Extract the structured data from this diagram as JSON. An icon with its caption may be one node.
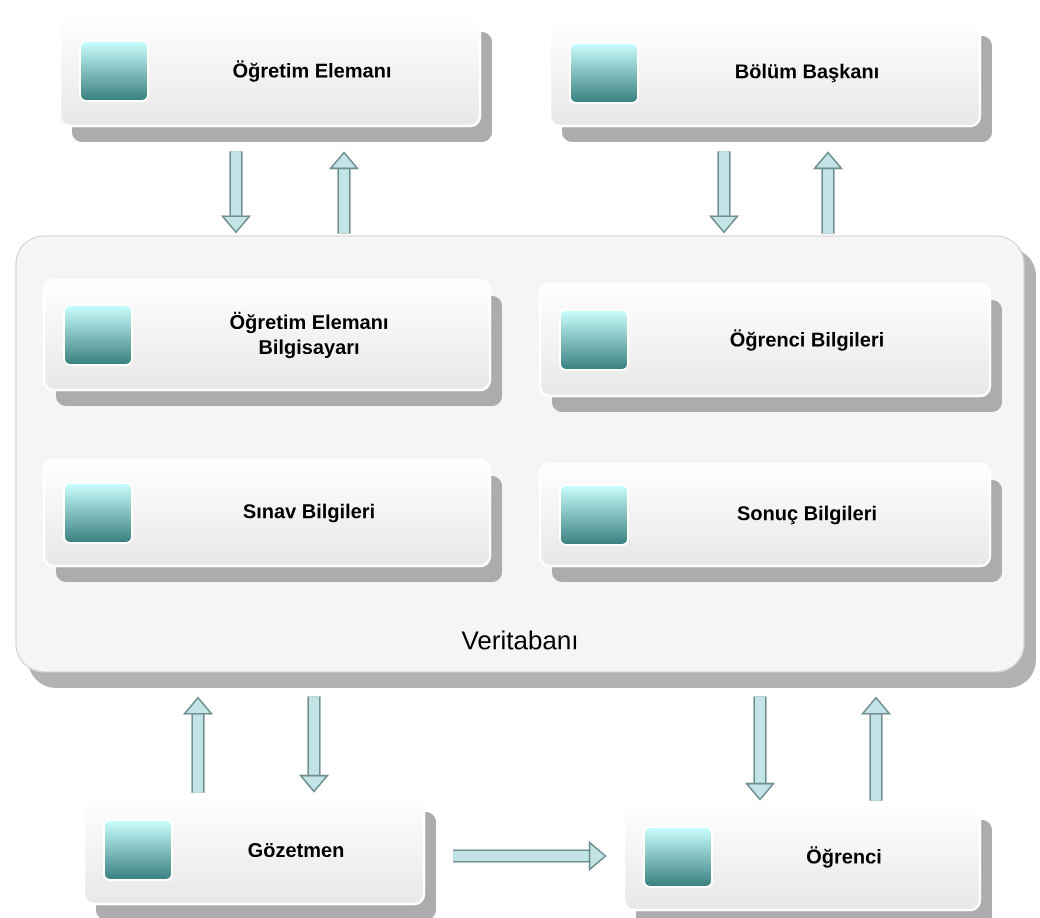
{
  "diagram": {
    "nodes": [
      {
        "text": [
          "Öğretim Elemanı"
        ]
      },
      {
        "text": [
          "Bölüm Başkanı"
        ]
      },
      {
        "text": [
          "Veritabanı"
        ]
      },
      {
        "text": [
          "Öğretim Elemanı Bilgisayarı"
        ],
        "in": 2
      },
      {
        "text": [
          "Öğrenci Bilgileri"
        ],
        "in": 2
      },
      {
        "text": [
          "Sınav Bilgileri"
        ],
        "in": 2
      },
      {
        "text": [
          "Sonuç Bilgileri"
        ],
        "in": 2
      },
      {
        "text": [
          "Gözetmen"
        ]
      },
      {
        "text": [
          "Öğrenci"
        ]
      }
    ],
    "edges": [
      {
        "from": 0,
        "to": 2,
        "arrow": "to"
      },
      {
        "from": 2,
        "to": 0,
        "arrow": "to"
      },
      {
        "from": 1,
        "to": 2,
        "arrow": "to"
      },
      {
        "from": 2,
        "to": 1,
        "arrow": "to"
      },
      {
        "from": 7,
        "to": 2,
        "arrow": "to"
      },
      {
        "from": 2,
        "to": 7,
        "arrow": "to"
      },
      {
        "from": 2,
        "to": 8,
        "arrow": "to"
      },
      {
        "from": 8,
        "to": 2,
        "arrow": "to"
      },
      {
        "from": 7,
        "to": 8,
        "arrow": "to"
      }
    ]
  }
}
